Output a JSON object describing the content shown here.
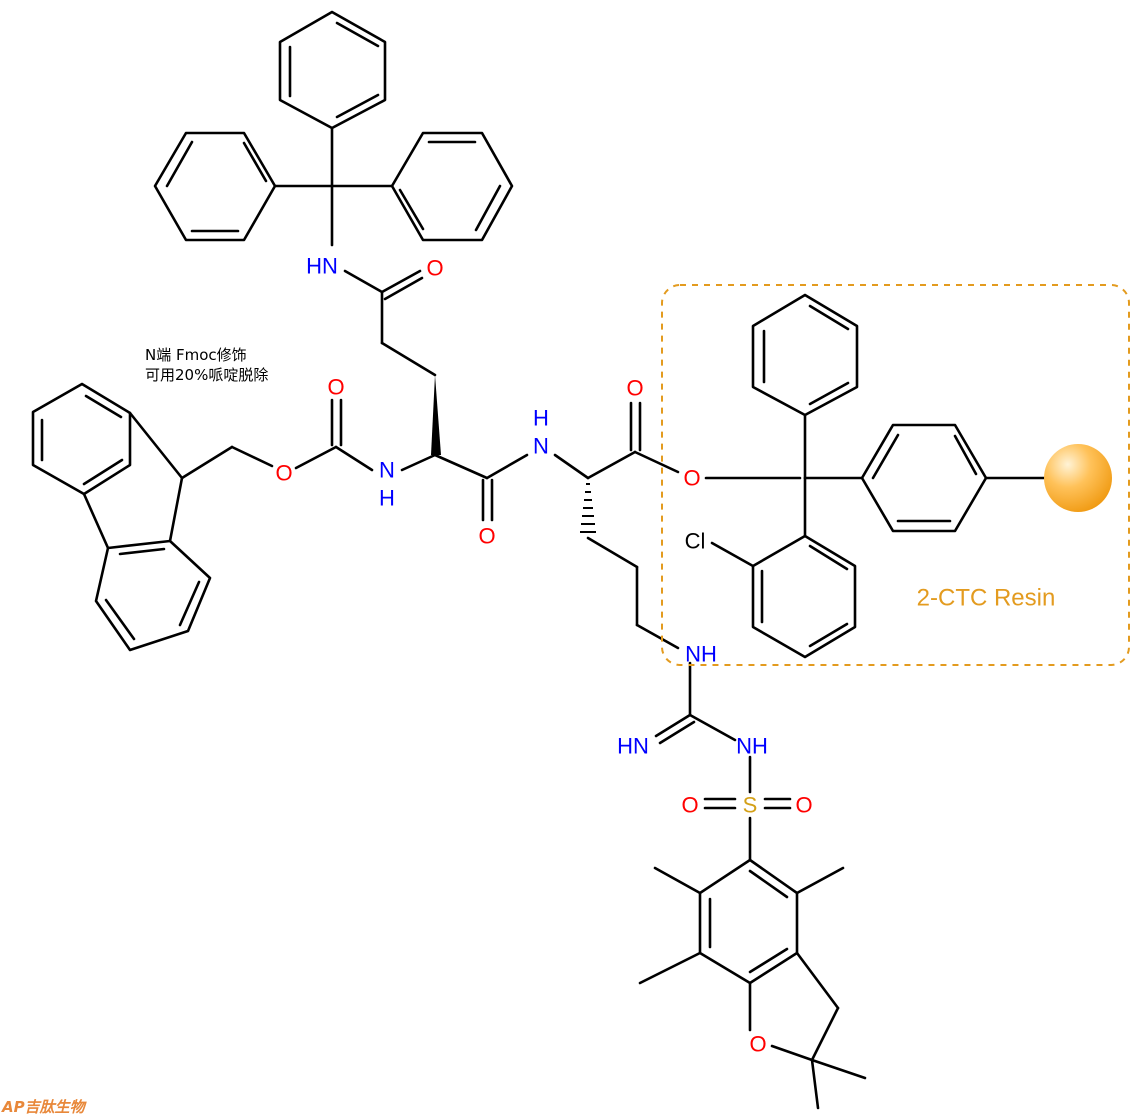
{
  "annotation": {
    "line1": "N端 Fmoc修饰",
    "line2": "可用20%哌啶脱除"
  },
  "resin": {
    "label": "2-CTC Resin",
    "color": "#e39b1f"
  },
  "atoms": {
    "trityl_nh": "HN",
    "gln_side_o": "O",
    "carbamate_o_top": "O",
    "carbamate_o_ester": "O",
    "gln_alpha_nh": "N\nH",
    "gln_co_o": "O",
    "arg_nh": "N\nH",
    "arg_co_o": "O",
    "ester_o": "O",
    "chloro": "Cl",
    "guan_nh": "NH",
    "guan_imine": "HN",
    "guan_nh2": "NH",
    "sulfonyl_s": "S",
    "sulfonyl_o_left": "O",
    "sulfonyl_o_right": "O",
    "furan_o": "O"
  },
  "colors": {
    "nitrogen": "#0000ff",
    "oxygen": "#ff0000",
    "sulfur": "#d4a017",
    "carbon": "#000000"
  },
  "watermark": {
    "text": "AP吉肽生物"
  }
}
